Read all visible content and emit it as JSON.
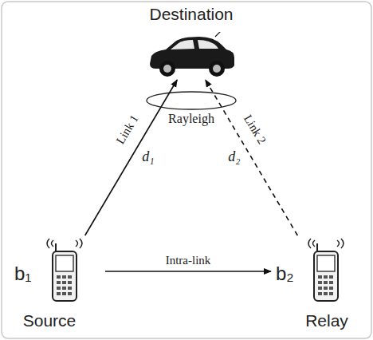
{
  "diagram": {
    "nodes": [
      {
        "text": [
          "Destination"
        ]
      },
      {
        "text": [
          "b₁",
          "Source"
        ]
      },
      {
        "text": [
          "b₂",
          "Relay"
        ]
      }
    ],
    "edges": [
      {
        "from": 1,
        "to": 0,
        "arrow": "to",
        "label": "Link 1"
      },
      {
        "from": 2,
        "to": 0,
        "arrow": "to",
        "label": "Link 2"
      },
      {
        "from": 1,
        "to": 2,
        "arrow": "to",
        "label": "Intra-link"
      }
    ],
    "labels": [
      "Rayleigh",
      "d₁",
      "d₂"
    ]
  }
}
